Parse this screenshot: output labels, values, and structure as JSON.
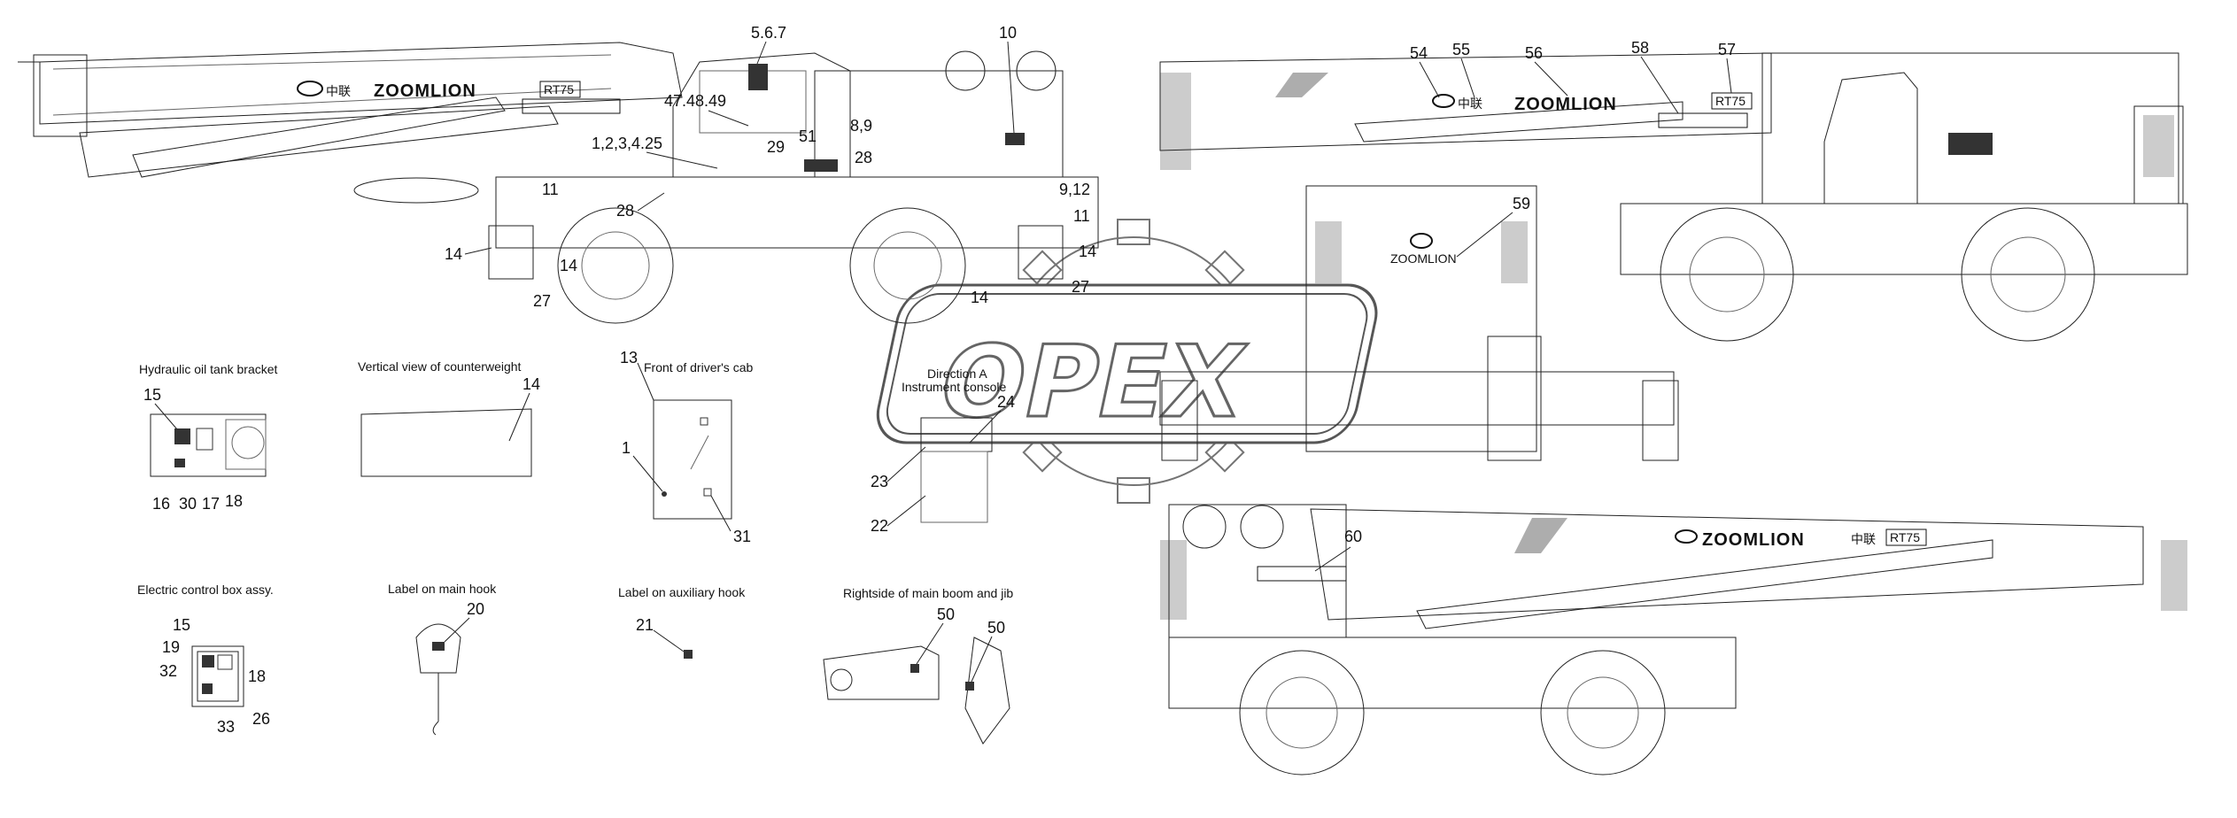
{
  "brand": {
    "name": "ZOOMLION",
    "chinese": "中联",
    "model": "RT75"
  },
  "captions": {
    "hydraulic": "Hydraulic oil tank bracket",
    "counterweight": "Vertical view of counterweight",
    "cab_front": "Front of driver's cab",
    "direction_a": "Direction A",
    "instrument": "Instrument console",
    "electric": "Electric control box assy.",
    "main_hook": "Label on main hook",
    "aux_hook": "Label on auxiliary hook",
    "rightside": "Rightside of main boom and jib"
  },
  "callouts": {
    "c567": "5.6.7",
    "c10": "10",
    "c474849": "47.48.49",
    "c89": "8,9",
    "c1234425": "1,2,3,4.25",
    "c29": "29",
    "c51": "51",
    "c28a": "28",
    "c28b": "28",
    "c11a": "11",
    "c912": "9,12",
    "c11b": "11",
    "c14a": "14",
    "c14b": "14",
    "c14c": "14",
    "c14d": "14",
    "c27a": "27",
    "c27b": "27",
    "c54": "54",
    "c55": "55",
    "c56": "56",
    "c58": "58",
    "c57": "57",
    "c59": "59",
    "c60": "60",
    "h15": "15",
    "h16": "16",
    "h30": "30",
    "h17": "17",
    "h18": "18",
    "cw14": "14",
    "f13": "13",
    "f1": "1",
    "f31": "31",
    "d24": "24",
    "d23": "23",
    "d22": "22",
    "e15": "15",
    "e19": "19",
    "e32": "32",
    "e18": "18",
    "e33": "33",
    "e26": "26",
    "m20": "20",
    "a21": "21",
    "r50a": "50",
    "r50b": "50"
  },
  "watermark": {
    "text": "OPEX"
  }
}
